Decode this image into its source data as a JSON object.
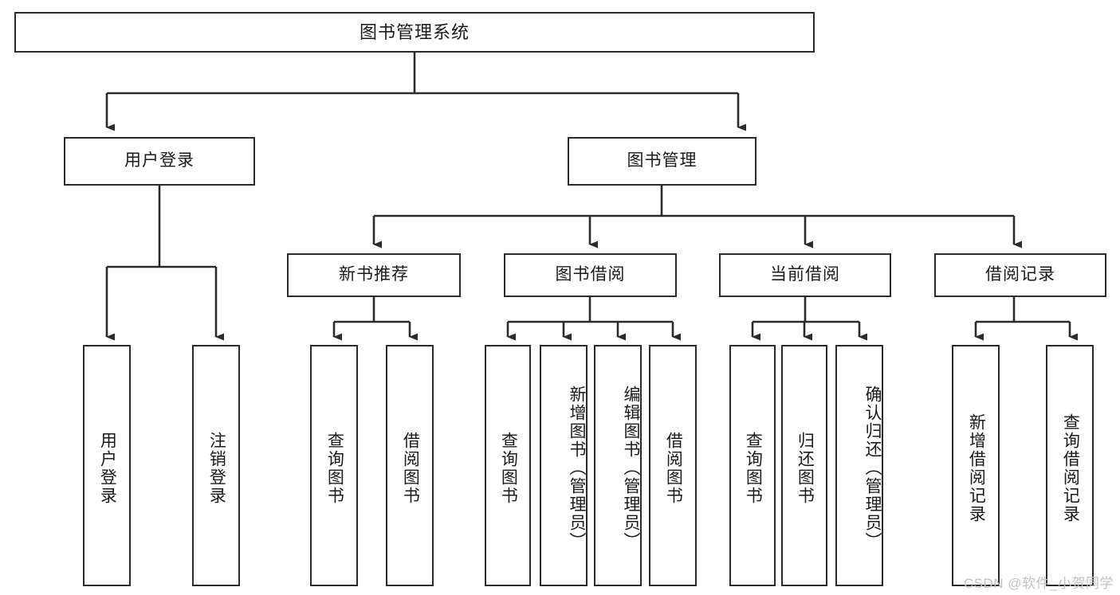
{
  "diagram": {
    "title": "图书管理系统",
    "type": "functional-structure-tree",
    "root": {
      "label": "图书管理系统"
    },
    "level2": [
      {
        "label": "用户登录"
      },
      {
        "label": "图书管理"
      }
    ],
    "level3": [
      {
        "label": "新书推荐"
      },
      {
        "label": "图书借阅"
      },
      {
        "label": "当前借阅"
      },
      {
        "label": "借阅记录"
      }
    ],
    "leaves": {
      "user_login": [
        {
          "label": "用户登录"
        },
        {
          "label": "注销登录"
        }
      ],
      "new_book_recommend": [
        {
          "label": "查询图书"
        },
        {
          "label": "借阅图书"
        }
      ],
      "book_borrow": [
        {
          "label": "查询图书"
        },
        {
          "label": "新增图书（管理员）"
        },
        {
          "label": "编辑图书（管理员）"
        },
        {
          "label": "借阅图书"
        }
      ],
      "current_borrow": [
        {
          "label": "查询图书"
        },
        {
          "label": "归还图书"
        },
        {
          "label": "确认归还（管理员）"
        }
      ],
      "borrow_record": [
        {
          "label": "新增借阅记录"
        },
        {
          "label": "查询借阅记录"
        }
      ]
    }
  },
  "watermark": {
    "text": "CSDN @软件_小贺同学"
  },
  "colors": {
    "stroke": "#2b2b2b",
    "background": "#ffffff",
    "text": "#1a1a1a",
    "watermark": "#c2c2c2"
  }
}
